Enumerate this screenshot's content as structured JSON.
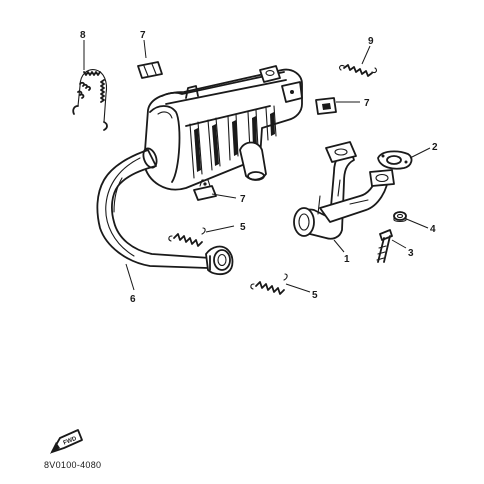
{
  "diagram": {
    "code": "8V0100-4080",
    "forward_label": "FWD",
    "callouts": [
      {
        "id": "c1",
        "label": "1"
      },
      {
        "id": "c2",
        "label": "2"
      },
      {
        "id": "c3",
        "label": "3"
      },
      {
        "id": "c4",
        "label": "4"
      },
      {
        "id": "c5a",
        "label": "5"
      },
      {
        "id": "c5b",
        "label": "5"
      },
      {
        "id": "c6",
        "label": "6"
      },
      {
        "id": "c7a",
        "label": "7"
      },
      {
        "id": "c7b",
        "label": "7"
      },
      {
        "id": "c7c",
        "label": "7"
      },
      {
        "id": "c8",
        "label": "8"
      },
      {
        "id": "c9",
        "label": "9"
      }
    ]
  }
}
